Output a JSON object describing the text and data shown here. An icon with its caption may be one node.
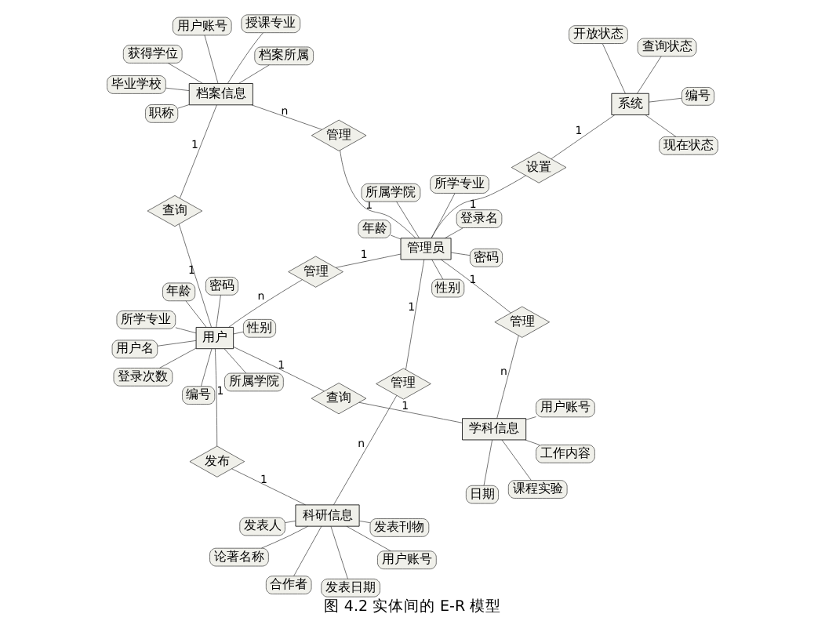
{
  "diagram": {
    "caption": "图 4.2 实体间的 E-R 模型",
    "nodes": [
      {
        "text": [
          "用户"
        ]
      },
      {
        "text": [
          "性别"
        ]
      },
      {
        "text": [
          "编号"
        ]
      },
      {
        "text": [
          "年龄"
        ]
      },
      {
        "text": [
          "密码"
        ]
      },
      {
        "text": [
          "所学专业"
        ]
      },
      {
        "text": [
          "用户名"
        ]
      },
      {
        "text": [
          "所属学院"
        ]
      },
      {
        "text": [
          "登录次数"
        ]
      },
      {
        "text": [
          "发布"
        ]
      },
      {
        "text": [
          "查询"
        ]
      },
      {
        "text": [
          "日期"
        ]
      },
      {
        "text": [
          "工作内容"
        ]
      },
      {
        "text": [
          "用户账号"
        ]
      },
      {
        "text": [
          "学科信息"
        ]
      },
      {
        "text": [
          "课程实验"
        ]
      },
      {
        "text": [
          "查询"
        ]
      },
      {
        "text": [
          "用户账号"
        ]
      },
      {
        "text": [
          "毕业学校"
        ]
      },
      {
        "text": [
          "获得学位"
        ]
      },
      {
        "text": [
          "档案信息"
        ]
      },
      {
        "text": [
          "职称"
        ]
      },
      {
        "text": [
          "档案所属"
        ]
      },
      {
        "text": [
          "授课专业"
        ]
      },
      {
        "text": [
          "管理"
        ]
      },
      {
        "text": [
          "管理"
        ]
      },
      {
        "text": [
          "管理"
        ]
      },
      {
        "text": [
          "论著名称"
        ]
      },
      {
        "text": [
          "发表日期"
        ]
      },
      {
        "text": [
          "用户账号"
        ]
      },
      {
        "text": [
          "科研信息"
        ]
      },
      {
        "text": [
          "发表刊物"
        ]
      },
      {
        "text": [
          "合作者"
        ]
      },
      {
        "text": [
          "发表人"
        ]
      },
      {
        "text": [
          "密码"
        ]
      },
      {
        "text": [
          "性别"
        ]
      },
      {
        "text": [
          "管理"
        ]
      },
      {
        "text": [
          "登录名"
        ]
      },
      {
        "text": [
          "管理员"
        ]
      },
      {
        "text": [
          "年龄"
        ]
      },
      {
        "text": [
          "所学专业"
        ]
      },
      {
        "text": [
          "所属学院"
        ]
      },
      {
        "text": [
          "设置"
        ]
      },
      {
        "text": [
          "开放状态"
        ]
      },
      {
        "text": [
          "查询状态"
        ]
      },
      {
        "text": [
          "系统"
        ]
      },
      {
        "text": [
          "编号"
        ]
      },
      {
        "text": [
          "现在状态"
        ]
      }
    ],
    "edges": [
      {
        "from": 0,
        "to": 1,
        "arrow": "none"
      },
      {
        "from": 0,
        "to": 2,
        "arrow": "none"
      },
      {
        "from": 0,
        "to": 3,
        "arrow": "none"
      },
      {
        "from": 0,
        "to": 4,
        "arrow": "none"
      },
      {
        "from": 0,
        "to": 5,
        "arrow": "none"
      },
      {
        "from": 0,
        "to": 6,
        "arrow": "none"
      },
      {
        "from": 0,
        "to": 7,
        "arrow": "none"
      },
      {
        "from": 0,
        "to": 8,
        "arrow": "none"
      },
      {
        "from": 0,
        "to": 9,
        "arrow": "none",
        "label": "1"
      },
      {
        "from": 9,
        "to": 30,
        "arrow": "none",
        "label": "1"
      },
      {
        "from": 0,
        "to": 10,
        "arrow": "none",
        "label": "1"
      },
      {
        "from": 10,
        "to": 14,
        "arrow": "none",
        "label": "1"
      },
      {
        "from": 14,
        "to": 11,
        "arrow": "none"
      },
      {
        "from": 14,
        "to": 12,
        "arrow": "none"
      },
      {
        "from": 14,
        "to": 13,
        "arrow": "none"
      },
      {
        "from": 14,
        "to": 15,
        "arrow": "none"
      },
      {
        "from": 0,
        "to": 16,
        "arrow": "none",
        "label": "1"
      },
      {
        "from": 16,
        "to": 20,
        "arrow": "none",
        "label": "1"
      },
      {
        "from": 20,
        "to": 17,
        "arrow": "none"
      },
      {
        "from": 20,
        "to": 18,
        "arrow": "none"
      },
      {
        "from": 20,
        "to": 19,
        "arrow": "none"
      },
      {
        "from": 20,
        "to": 21,
        "arrow": "none"
      },
      {
        "from": 20,
        "to": 22,
        "arrow": "none"
      },
      {
        "from": 20,
        "to": 23,
        "arrow": "none"
      },
      {
        "from": 0,
        "to": 24,
        "arrow": "none",
        "label": "n"
      },
      {
        "from": 24,
        "to": 38,
        "arrow": "none",
        "label": "1"
      },
      {
        "from": 14,
        "to": 25,
        "arrow": "none",
        "label": "n"
      },
      {
        "from": 25,
        "to": 38,
        "arrow": "none",
        "label": "1"
      },
      {
        "from": 20,
        "to": 26,
        "arrow": "none",
        "label": "n"
      },
      {
        "from": 26,
        "to": 38,
        "arrow": "none",
        "label": "1"
      },
      {
        "from": 30,
        "to": 27,
        "arrow": "none"
      },
      {
        "from": 30,
        "to": 28,
        "arrow": "none"
      },
      {
        "from": 30,
        "to": 29,
        "arrow": "none"
      },
      {
        "from": 30,
        "to": 31,
        "arrow": "none"
      },
      {
        "from": 30,
        "to": 32,
        "arrow": "none"
      },
      {
        "from": 30,
        "to": 33,
        "arrow": "none"
      },
      {
        "from": 30,
        "to": 36,
        "arrow": "none",
        "label": "n"
      },
      {
        "from": 36,
        "to": 38,
        "arrow": "none",
        "label": "1"
      },
      {
        "from": 38,
        "to": 34,
        "arrow": "none"
      },
      {
        "from": 38,
        "to": 35,
        "arrow": "none"
      },
      {
        "from": 38,
        "to": 37,
        "arrow": "none"
      },
      {
        "from": 38,
        "to": 39,
        "arrow": "none"
      },
      {
        "from": 38,
        "to": 40,
        "arrow": "none"
      },
      {
        "from": 38,
        "to": 41,
        "arrow": "none"
      },
      {
        "from": 38,
        "to": 42,
        "arrow": "none",
        "label": "1"
      },
      {
        "from": 42,
        "to": 45,
        "arrow": "none",
        "label": "1"
      },
      {
        "from": 45,
        "to": 43,
        "arrow": "none"
      },
      {
        "from": 45,
        "to": 44,
        "arrow": "none"
      },
      {
        "from": 45,
        "to": 46,
        "arrow": "none"
      },
      {
        "from": 45,
        "to": 47,
        "arrow": "none"
      }
    ]
  }
}
